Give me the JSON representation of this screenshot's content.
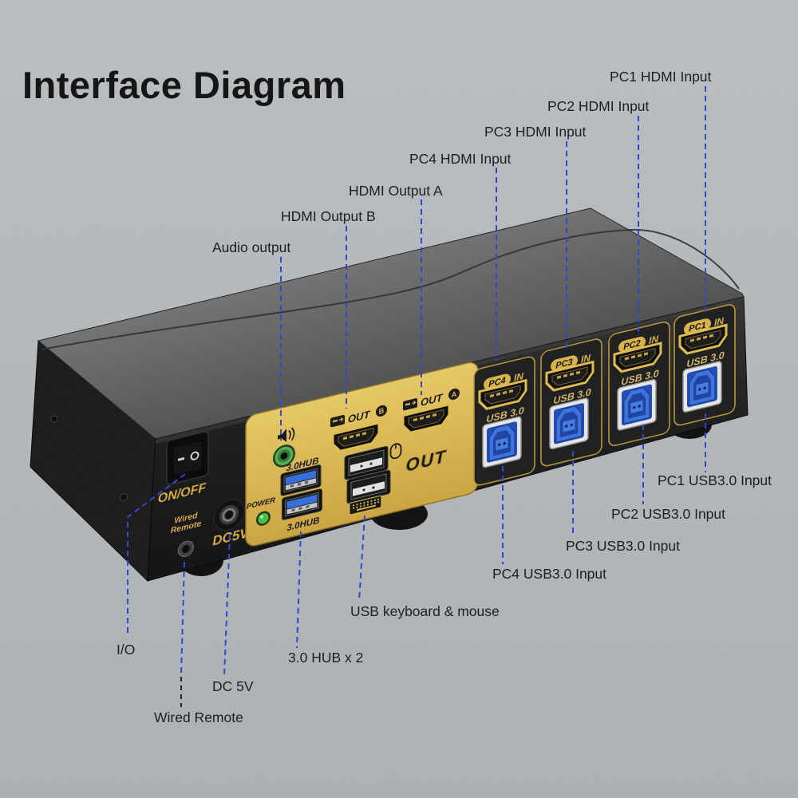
{
  "title": "Interface Diagram",
  "callouts": {
    "pc1_hdmi": "PC1 HDMI Input",
    "pc2_hdmi": "PC2 HDMI Input",
    "pc3_hdmi": "PC3 HDMI Input",
    "pc4_hdmi": "PC4 HDMI Input",
    "hdmi_out_a": "HDMI Output A",
    "hdmi_out_b": "HDMI Output B",
    "audio": "Audio output",
    "pc1_usb": "PC1 USB3.0 Input",
    "pc2_usb": "PC2 USB3.0 Input",
    "pc3_usb": "PC3 USB3.0 Input",
    "pc4_usb": "PC4 USB3.0 Input",
    "usb_kbm": "USB keyboard & mouse",
    "hub": "3.0 HUB x 2",
    "dc": "DC 5V",
    "wired_remote": "Wired Remote",
    "io": "I/O"
  },
  "device": {
    "on_off": "ON/OFF",
    "wired_label_1": "Wired",
    "wired_label_2": "Remote",
    "dc5v": "DC5V",
    "power": "POWER",
    "hub_label_top": "3.0HUB",
    "hub_label_bottom": "3.0HUB",
    "out_b": {
      "text": "OUT",
      "badge": "B"
    },
    "out_a": {
      "text": "OUT",
      "badge": "A"
    },
    "out_big": "OUT",
    "sections": [
      {
        "badge": "PC4",
        "in_label": "IN",
        "usb_label": "USB 3.0"
      },
      {
        "badge": "PC3",
        "in_label": "IN",
        "usb_label": "USB 3.0"
      },
      {
        "badge": "PC2",
        "in_label": "IN",
        "usb_label": "USB 3.0"
      },
      {
        "badge": "PC1",
        "in_label": "IN",
        "usb_label": "USB 3.0"
      }
    ]
  },
  "icons": {
    "speaker": "speaker-icon",
    "mouse": "mouse-icon",
    "keyboard": "keyboard-icon",
    "monitor_out": "monitor-icon"
  },
  "colors": {
    "background": "#b2b9bb",
    "leader_line": "#2b41cf",
    "device_black": "#141414",
    "panel_gold": "#d9b84a",
    "label_gold": "#d8a93e",
    "usb_blue": "#2f6ce0",
    "led_green": "#3ec23e",
    "audio_jack_green": "#4fae52"
  }
}
